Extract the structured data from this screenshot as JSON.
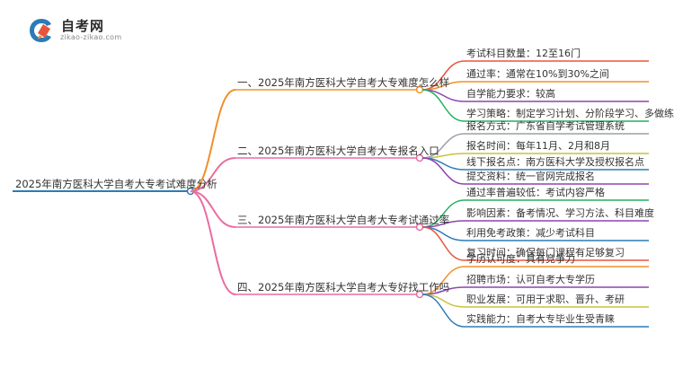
{
  "logo": {
    "title": "自考网",
    "subtitle": "zikao-zikao.com"
  },
  "root": {
    "label": "2025年南方医科大学自考大专考试难度分析",
    "color": "#2c7bb6"
  },
  "branches": [
    {
      "label": "一、2025年南方医科大学自考大专难度怎么样",
      "color": "#f0902a",
      "children": [
        {
          "label": "考试科目数量：12至16门",
          "color": "#e8553d"
        },
        {
          "label": "通过率：通常在10%到30%之间",
          "color": "#f0902a"
        },
        {
          "label": "自学能力要求：较高",
          "color": "#8e44ad"
        },
        {
          "label": "学习策略：制定学习计划、分阶段学习、多做练习",
          "color": "#27ae60"
        }
      ]
    },
    {
      "label": "二、2025年南方医科大学自考大专报名入口",
      "color": "#e96ca0",
      "children": [
        {
          "label": "报名方式：广东省自学考试管理系统",
          "color": "#9aa0a6"
        },
        {
          "label": "报名时间：每年11月、2月和8月",
          "color": "#c9c23a"
        },
        {
          "label": "线下报名点：南方医科大学及授权报名点",
          "color": "#2c7bb6"
        },
        {
          "label": "提交资料：统一官网完成报名",
          "color": "#8e44ad"
        }
      ]
    },
    {
      "label": "三、2025年南方医科大学自考大专考试通过率",
      "color": "#e96ca0",
      "children": [
        {
          "label": "通过率普遍较低：考试内容严格",
          "color": "#27ae60"
        },
        {
          "label": "影响因素：备考情况、学习方法、科目难度",
          "color": "#8e44ad"
        },
        {
          "label": "利用免考政策：减少考试科目",
          "color": "#2c7bb6"
        },
        {
          "label": "复习时间：确保每门课程有足够复习",
          "color": "#e8553d"
        }
      ]
    },
    {
      "label": "四、2025年南方医科大学自考大专好找工作吗",
      "color": "#e96ca0",
      "children": [
        {
          "label": "学历认可度：具有竞争力",
          "color": "#f0902a"
        },
        {
          "label": "招聘市场：认可自考大专学历",
          "color": "#8e44ad"
        },
        {
          "label": "职业发展：可用于求职、晋升、考研",
          "color": "#c9c23a"
        },
        {
          "label": "实践能力：自考大专毕业生受青睐",
          "color": "#2c7bb6"
        }
      ]
    }
  ]
}
